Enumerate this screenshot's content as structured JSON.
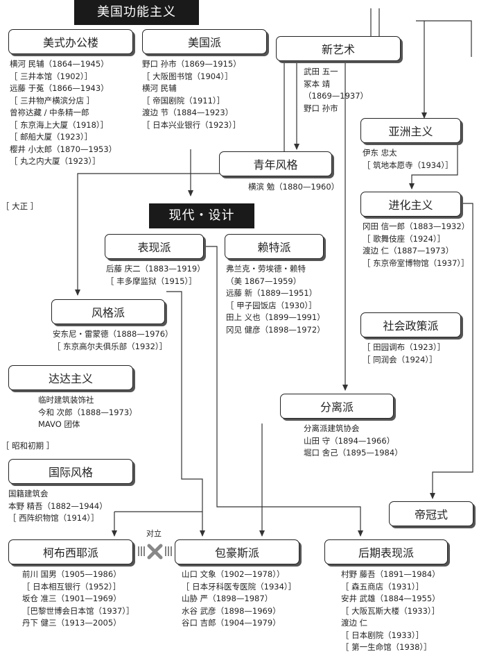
{
  "headers": {
    "american_functionalism": "美国功能主义",
    "modern_design": "现代・设计"
  },
  "boxes": {
    "american_office": "美式办公楼",
    "american_school": "美国派",
    "art_nouveau": "新艺术",
    "asianism": "亚洲主义",
    "youth_style": "青年风格",
    "evolutionism": "进化主义",
    "expressionism": "表现派",
    "wright_school": "赖特派",
    "style_school": "风格派",
    "social_policy": "社会政策派",
    "dadaism": "达达主义",
    "secession": "分离派",
    "international_style": "国际风格",
    "imperial_crown": "帝冠式",
    "corbusier": "柯布西耶派",
    "bauhaus": "包豪斯派",
    "late_expressionism": "后期表现派"
  },
  "info": {
    "american_office": [
      "横河 民辅（1864—1945）",
      "［ 三井本馆（1902）］",
      "远藤 于菟（1866—1943）",
      "［ 三井物产横滨分店 ］",
      "曾祢达藏 / 中条精一郎",
      "［ 东京海上大厦（1918）］",
      "［ 邮船大厦（1923）］",
      "樱井 小太郎（1870—1953）",
      "［ 丸之内大厦（1923）］"
    ],
    "american_school": [
      "野口 孙市（1869—1915）",
      "［ 大阪图书馆（1904）］",
      "横河 民辅",
      "［ 帝国剧院（1911）］",
      "渡边 节（1884—1923）",
      "［ 日本兴业银行（1923）］"
    ],
    "art_nouveau": [
      "武田 五一",
      "冢本 靖",
      "（1869—1937）",
      "野口 孙市"
    ],
    "asianism": [
      "伊东 忠太",
      "［ 筑地本愿寺（1934）］"
    ],
    "youth_style": [
      "横滨 勉（1880—1960）"
    ],
    "evolutionism": [
      "冈田 信一郎（1883—1932）",
      "［ 歌舞伎座（1924）］",
      "渡边 仁（1887—1973）",
      "［ 东京帝室博物馆（1937）］"
    ],
    "expressionism": [
      "后藤 庆二（1883—1919）",
      "［ 丰多摩监狱（1915）］"
    ],
    "wright_school": [
      "弗兰克・劳埃德・赖特",
      "（美 1867—1959）",
      "远藤 新（1889—1951）",
      "［ 甲子园饭店（1930）］",
      "田上 义也（1899—1991）",
      "冈见 健彦（1898—1972）"
    ],
    "style_school": [
      "安东尼・雷蒙德（1888—1976）",
      "［ 东京高尔夫俱乐部（1932）］"
    ],
    "social_policy": [
      "［ 田园调布（1923）］",
      "［ 同润会（1924）］"
    ],
    "dadaism": [
      "临时建筑装饰社",
      "今和 次郎（1888—1973）",
      "MAVO 团体"
    ],
    "secession": [
      "分离派建筑协会",
      "山田 守（1894—1966）",
      "堀口 舍己（1895—1984）"
    ],
    "international_style": [
      "国籍建筑会",
      "本野 精吾（1882—1944）",
      "［ 西阵织物馆（1914）］"
    ],
    "corbusier": [
      "前川 国男（1905—1986）",
      "［ 日本相互银行（1952）］",
      "坂仓 准三（1901—1969）",
      "［巴黎世博会日本馆（1937）］",
      "丹下 健三（1913—2005）"
    ],
    "bauhaus": [
      "山口 文象（1902—1978））",
      "［ 日本牙科医专医院（1934）］",
      "山胁 严（1898—1987）",
      "水谷 武彦（1898—1969）",
      "谷口 吉郎（1904—1979）"
    ],
    "late_expressionism": [
      "村野 藤吾（1891—1984）",
      "［ 森五商店（1931）］",
      "安井 武雄（1884—1955）",
      "［ 大阪瓦斯大楼（1933）］",
      "渡边 仁",
      "［ 日本剧院（1933）］",
      "［ 第一生命馆（1938）］"
    ]
  },
  "side_labels": {
    "taisho": "［ 大正 ］",
    "showa_early": "［ 昭和初期 ］"
  },
  "opposition_label": "对立"
}
